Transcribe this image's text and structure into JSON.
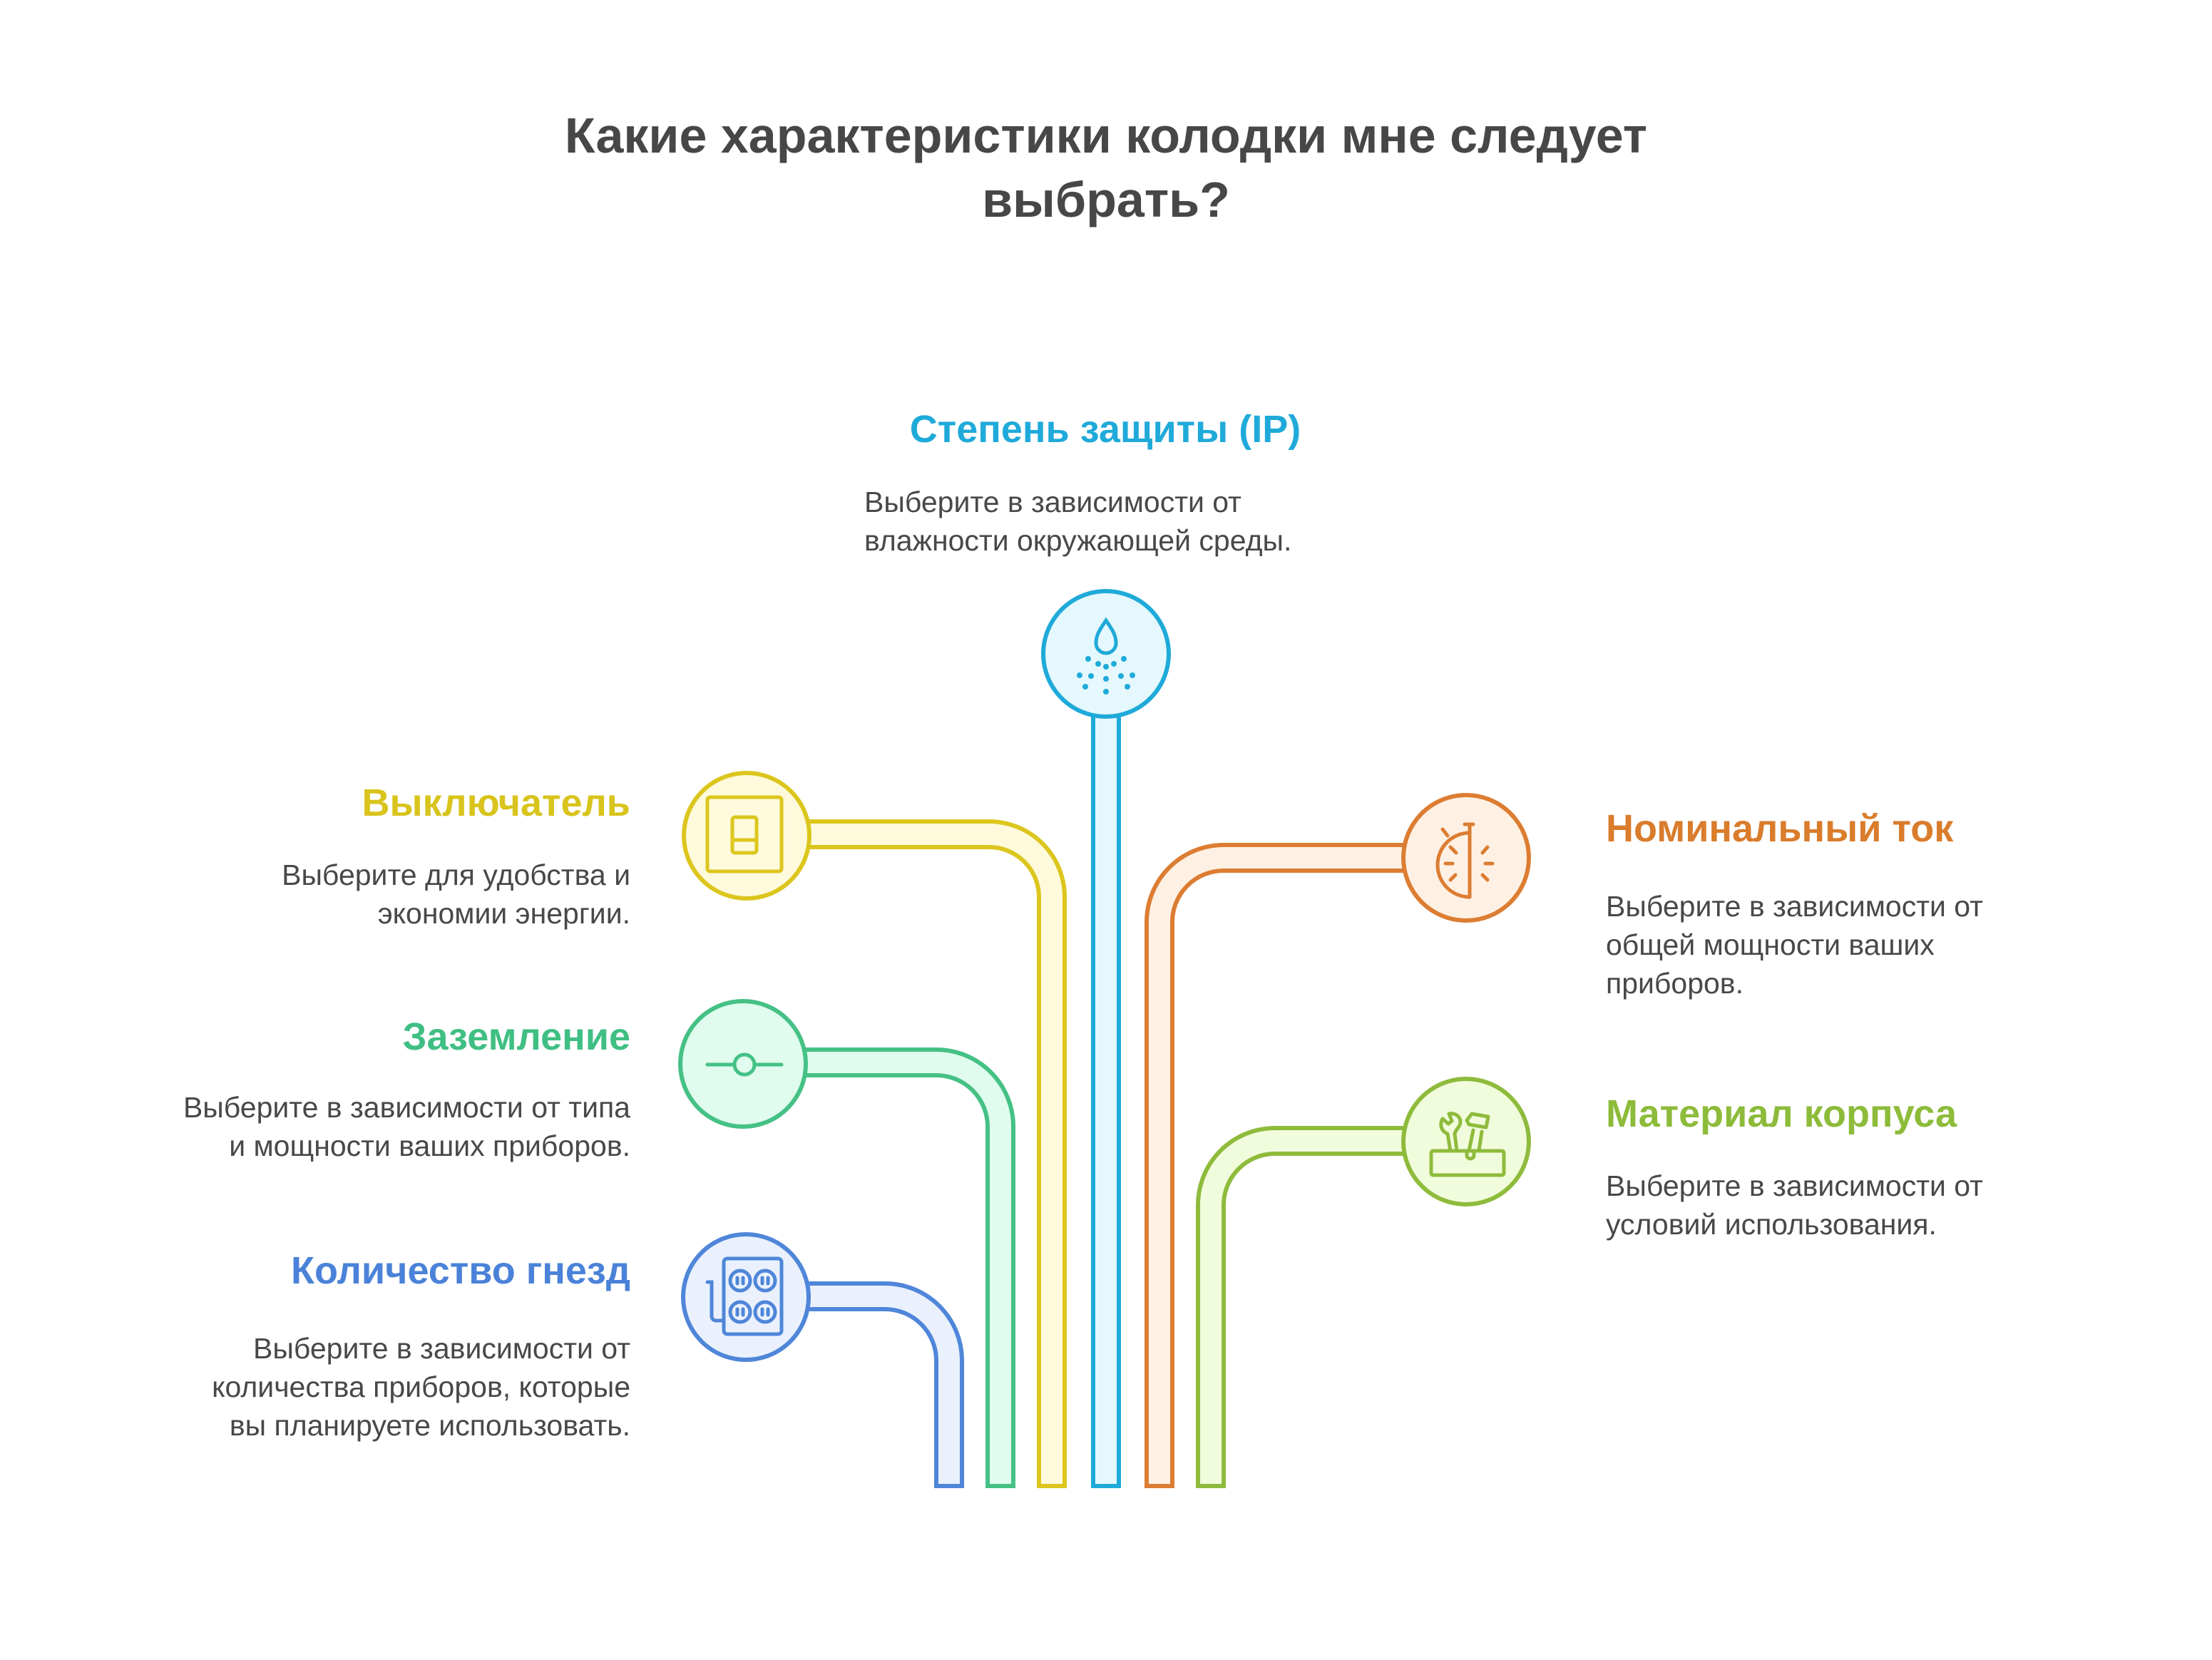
{
  "title": {
    "line1": "Какие характеристики колодки мне следует",
    "line2": "выбрать?"
  },
  "items": [
    {
      "id": "ip",
      "heading": "Степень защиты (IP)",
      "desc": [
        "Выберите в зависимости от",
        "влажности окружающей среды."
      ],
      "icon": "water-spray-icon",
      "color": "#1faad9",
      "fill": "#e5f8fd"
    },
    {
      "id": "switch",
      "heading": "Выключатель",
      "desc": [
        "Выберите для удобства и",
        "экономии энергии."
      ],
      "icon": "switch-icon",
      "color": "#dcc61e",
      "fill": "#fefadb"
    },
    {
      "id": "ground",
      "heading": "Заземление",
      "desc": [
        "Выберите в зависимости от типа",
        "и мощности ваших приборов."
      ],
      "icon": "grounding-icon",
      "color": "#45c185",
      "fill": "#e0fcee"
    },
    {
      "id": "sockets",
      "heading": "Количество гнезд",
      "desc": [
        "Выберите в зависимости от",
        "количества приборов, которые",
        "вы планируете использовать."
      ],
      "icon": "power-strip-icon",
      "color": "#4f86d9",
      "fill": "#eaf1fd"
    },
    {
      "id": "current",
      "heading": "Номинальный ток",
      "desc": [
        "Выберите в зависимости от",
        "общей мощности ваших",
        "приборов."
      ],
      "icon": "stopwatch-icon",
      "color": "#dc7d32",
      "fill": "#fef1e4"
    },
    {
      "id": "material",
      "heading": "Материал корпуса",
      "desc": [
        "Выберите в зависимости от",
        "условий использования."
      ],
      "icon": "tools-icon",
      "color": "#8fbb3c",
      "fill": "#f1fcdc"
    }
  ]
}
